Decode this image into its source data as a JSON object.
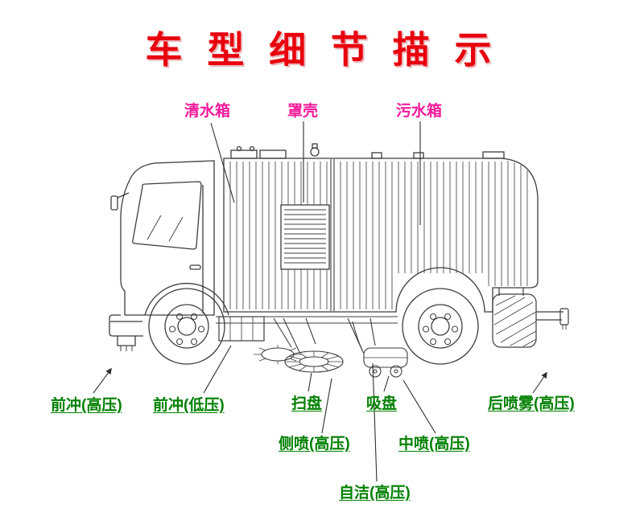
{
  "title": {
    "text": "车 型 细 节 描 示"
  },
  "colors": {
    "title_red": "#e8000d",
    "top_label_magenta": "#f5199a",
    "bottom_label_green": "#008000",
    "line_art": "#3c3c3c",
    "background": "#ffffff"
  },
  "diagram": {
    "subject": "sweeper-truck-line-drawing",
    "top_labels": [
      {
        "id": "clean-water-tank",
        "text": "清水箱"
      },
      {
        "id": "cover-shell",
        "text": "罩壳"
      },
      {
        "id": "sewage-tank",
        "text": "污水箱"
      }
    ],
    "bottom_labels": [
      {
        "id": "front-flush-high-pressure",
        "text": "前冲(高压)"
      },
      {
        "id": "front-flush-low-pressure",
        "text": "前冲(低压)"
      },
      {
        "id": "sweep-disc",
        "text": "扫盘"
      },
      {
        "id": "suction-plate",
        "text": "吸盘"
      },
      {
        "id": "rear-mist-high-pressure",
        "text": "后喷雾(高压)"
      },
      {
        "id": "side-spray-high-pressure",
        "text": "侧喷(高压)"
      },
      {
        "id": "middle-spray-high-pressure",
        "text": "中喷(高压)"
      },
      {
        "id": "self-clean-high-pressure",
        "text": "自洁(高压)"
      }
    ]
  }
}
